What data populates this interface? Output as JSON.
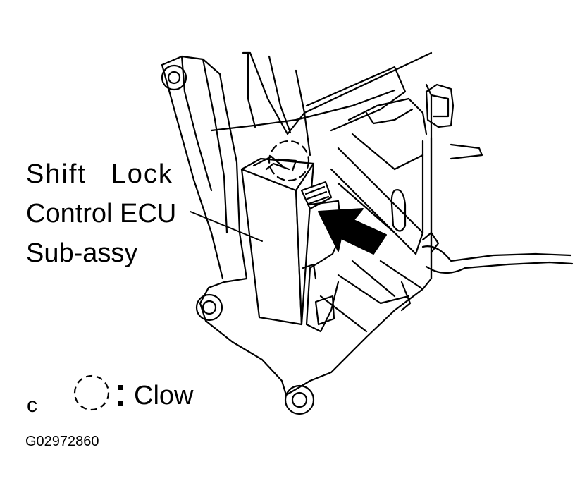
{
  "callout": {
    "line1": "Shift   Lock",
    "line2": "Control ECU",
    "line3": "Sub-assy"
  },
  "legend": {
    "letter": "c",
    "symbol": "dashed-circle-icon",
    "text": "Clow"
  },
  "figure_code": "G02972860",
  "colors": {
    "ink": "#000000",
    "paper": "#ffffff"
  }
}
